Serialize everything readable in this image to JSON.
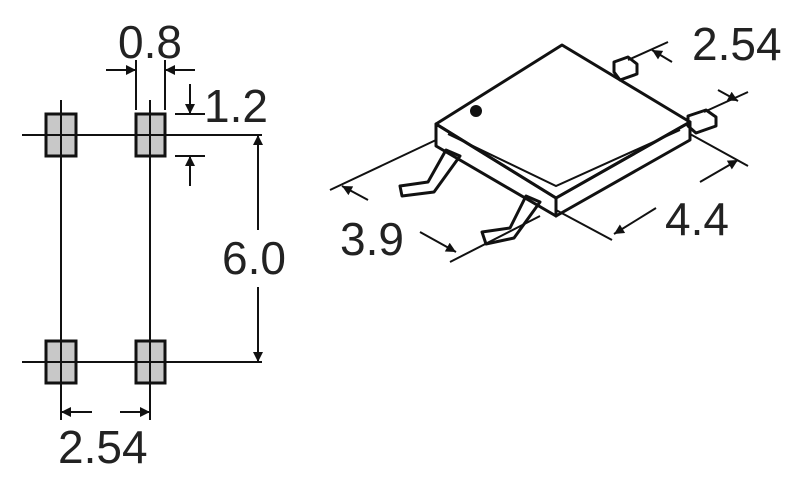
{
  "footprint": {
    "pad_width": "0.8",
    "pad_height": "1.2",
    "row_spacing": "6.0",
    "pitch": "2.54"
  },
  "package": {
    "lead_pitch": "2.54",
    "body_length": "3.9",
    "body_width": "4.4"
  },
  "colors": {
    "pad_fill": "#c8c8c8",
    "line": "#111111",
    "text": "#222222"
  }
}
